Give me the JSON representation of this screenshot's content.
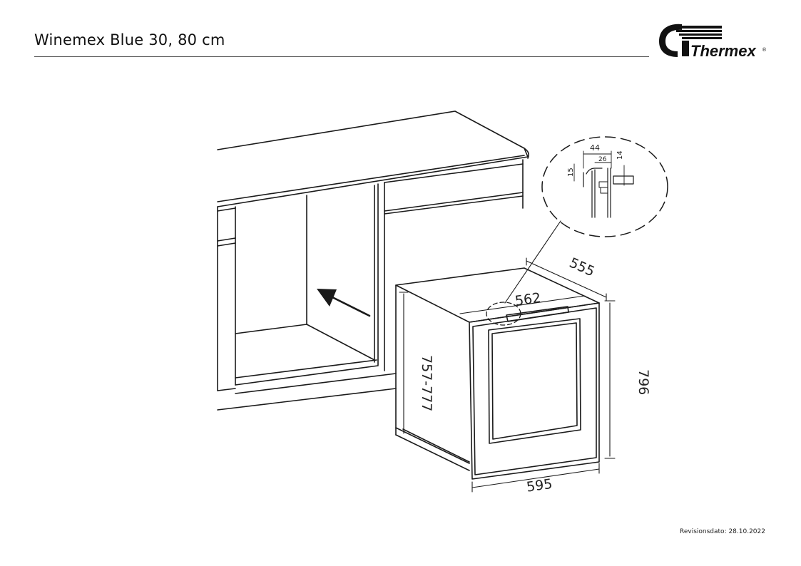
{
  "header": {
    "title": "Winemex Blue 30, 80 cm"
  },
  "logo": {
    "brand": "Thermex",
    "trademark": "®"
  },
  "footer": {
    "revision": "Revisionsdato: 28.10.2022"
  },
  "dimensions": {
    "depth_top": "555",
    "depth_inner": "562",
    "height_total": "796",
    "height_range": "757-777",
    "width": "595",
    "detail_44": "44",
    "detail_26": "26",
    "detail_14": "14",
    "detail_15": "15"
  }
}
